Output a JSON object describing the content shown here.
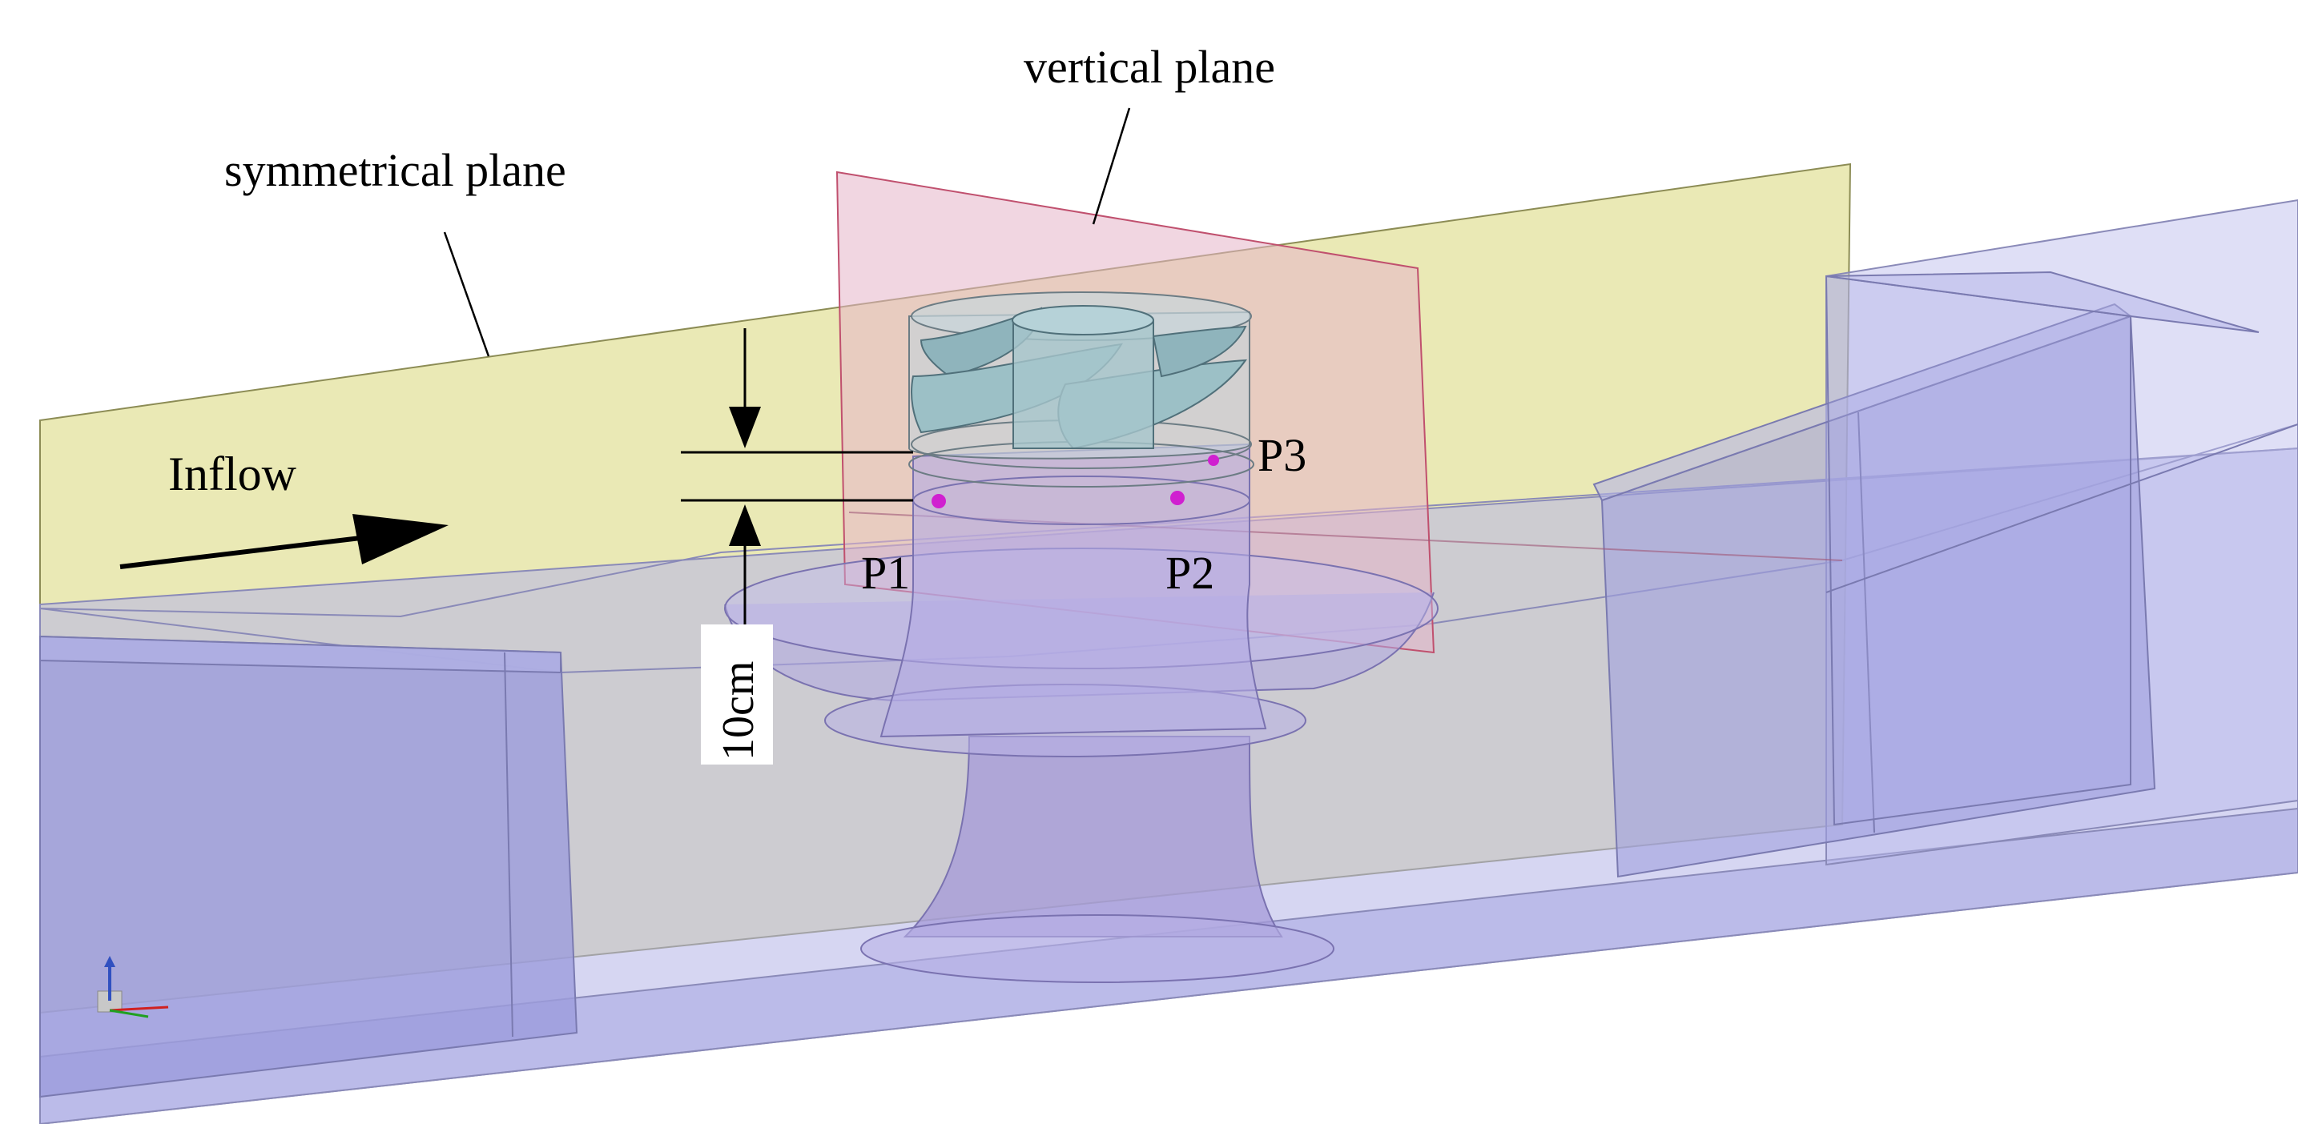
{
  "labels": {
    "vertical_plane": "vertical plane",
    "symmetrical_plane": "symmetrical plane",
    "inflow": "Inflow",
    "p1": "P1",
    "p2": "P2",
    "p3": "P3",
    "dimension": "10cm"
  },
  "colors": {
    "symmetrical_plane_fill": "#e6e5a8",
    "vertical_plane_fill": "#e6b4c8",
    "vertical_plane_edge": "#c0506e",
    "channel_fill": "#b4b4e8",
    "channel_edge": "#8a8ab8",
    "runner_blade": "#9cc0c6",
    "probe_point": "#d020d0"
  }
}
